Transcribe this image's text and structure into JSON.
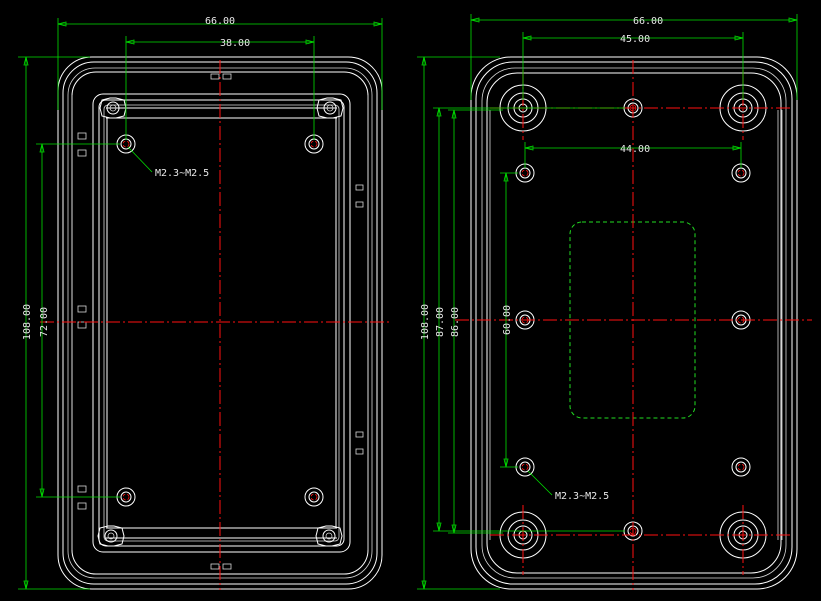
{
  "left_view": {
    "dim_overall_width": "66.00",
    "dim_hole_spacing_x": "38.00",
    "dim_overall_height": "108.00",
    "dim_hole_spacing_y": "72.00",
    "screw_note": "M2.3~M2.5"
  },
  "right_view": {
    "dim_overall_width": "66.00",
    "dim_boss_spacing_x": "45.00",
    "dim_hole_spacing_x": "44.00",
    "dim_overall_height": "108.00",
    "dim_hole_spacing_y_outer": "87.00",
    "dim_boss_spacing_y": "86.00",
    "dim_hole_spacing_y_inner": "60.00",
    "screw_note": "M2.3~M2.5"
  },
  "colors": {
    "background": "#000000",
    "outline": "#ffffff",
    "dimension": "#00e000",
    "centerline": "#ff1010",
    "cutout": "#22dd22"
  }
}
